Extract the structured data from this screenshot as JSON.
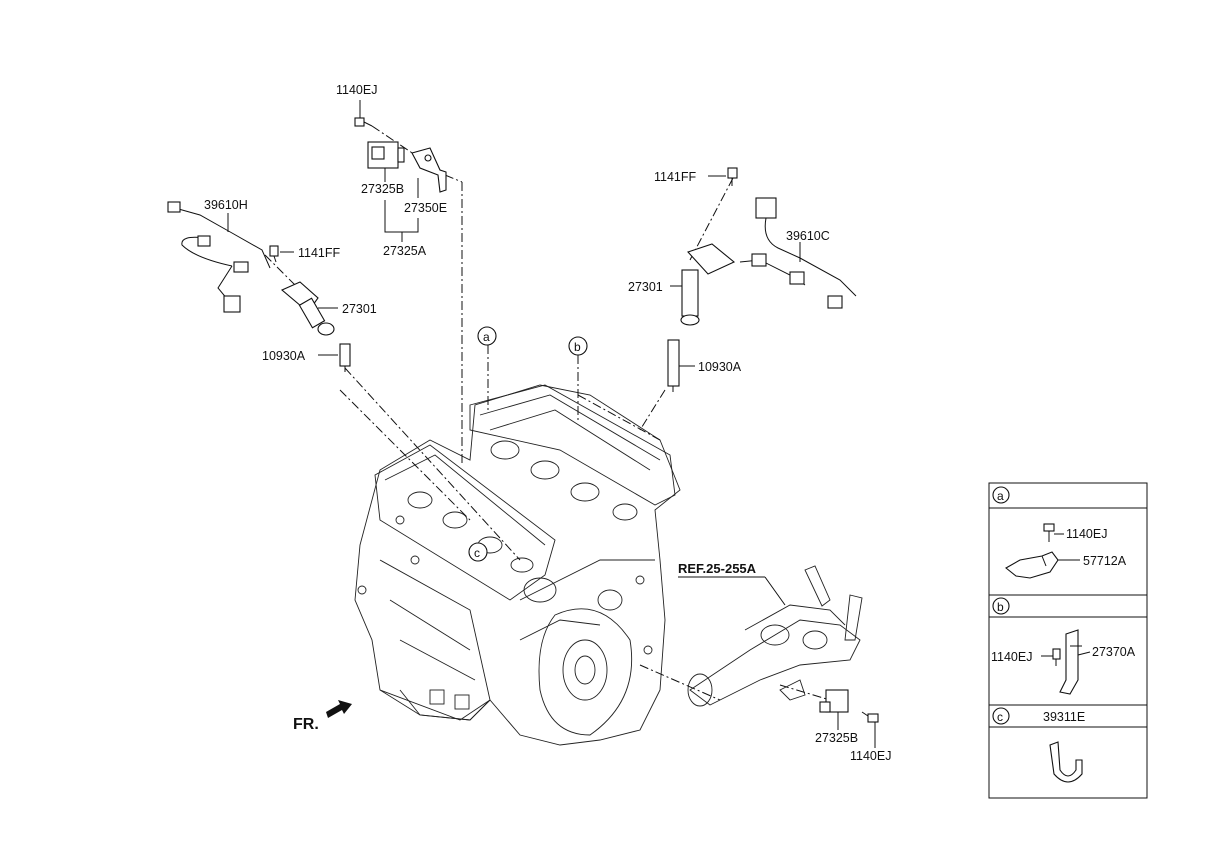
{
  "labels": {
    "bolt_top": "1140EJ",
    "connector_top": "27325B",
    "bracket_top": "27350E",
    "sensor_assy": "27325A",
    "harness_left": "39610H",
    "bolt_left": "1141FF",
    "coil_left": "27301",
    "plug_left": "10930A",
    "bolt_right": "1141FF",
    "harness_right": "39610C",
    "coil_right": "27301",
    "plug_right": "10930A",
    "ref": "REF.25-255A",
    "connector_bottom": "27325B",
    "bolt_bottom": "1140EJ",
    "front": "FR."
  },
  "callouts": {
    "a": "a",
    "b": "b",
    "c": "c"
  },
  "detail_panel": {
    "a": {
      "letter": "a",
      "bolt": "1140EJ",
      "bracket": "57712A"
    },
    "b": {
      "letter": "b",
      "bolt": "1140EJ",
      "bracket": "27370A"
    },
    "c": {
      "letter": "c",
      "part": "39311E"
    }
  }
}
